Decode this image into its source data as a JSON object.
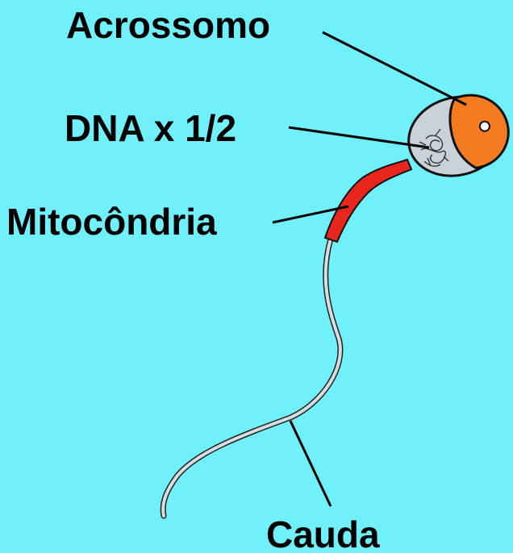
{
  "labels": {
    "acrossomo": "Acrossomo",
    "dna": "DNA x 1/2",
    "mitocondria": "Mitocôndria",
    "cauda": "Cauda"
  },
  "colors": {
    "background": "#6ff0fb",
    "acrosome": "#f47b20",
    "head": "#c9d2d8",
    "midpiece": "#e8261e",
    "tail": "#d9dde0",
    "outline": "#000000"
  }
}
